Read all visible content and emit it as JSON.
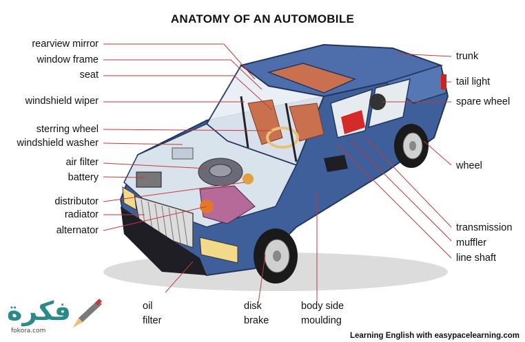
{
  "title": "ANATOMY OF AN AUTOMOBILE",
  "labels_left": [
    "rearview mirror",
    "window frame",
    "seat",
    "windshield wiper",
    "sterring wheel",
    "windshield washer",
    "air filter",
    "battery",
    "distributor",
    "radiator",
    "alternator"
  ],
  "labels_right": [
    "trunk",
    "tail light",
    "spare wheel",
    "wheel",
    "transmission",
    "muffler",
    "line shaft"
  ],
  "labels_bottom": {
    "oil_filter": [
      "oil",
      "filter"
    ],
    "disk_brake": [
      "disk",
      "brake"
    ],
    "body_side_moulding": [
      "body side",
      "moulding"
    ]
  },
  "footer": "Learning English with easypacelearning.com",
  "watermark": {
    "text": "فكرة",
    "sub": "fokora.com"
  },
  "colors": {
    "body": "#3f5f9a",
    "body_dark": "#2b4373",
    "body_light": "#7da0d0",
    "engine_bay": "#d9e3ec",
    "interior": "#c9714e",
    "leader_line": "#c23a3a",
    "watermark": "#2a8a8a"
  }
}
